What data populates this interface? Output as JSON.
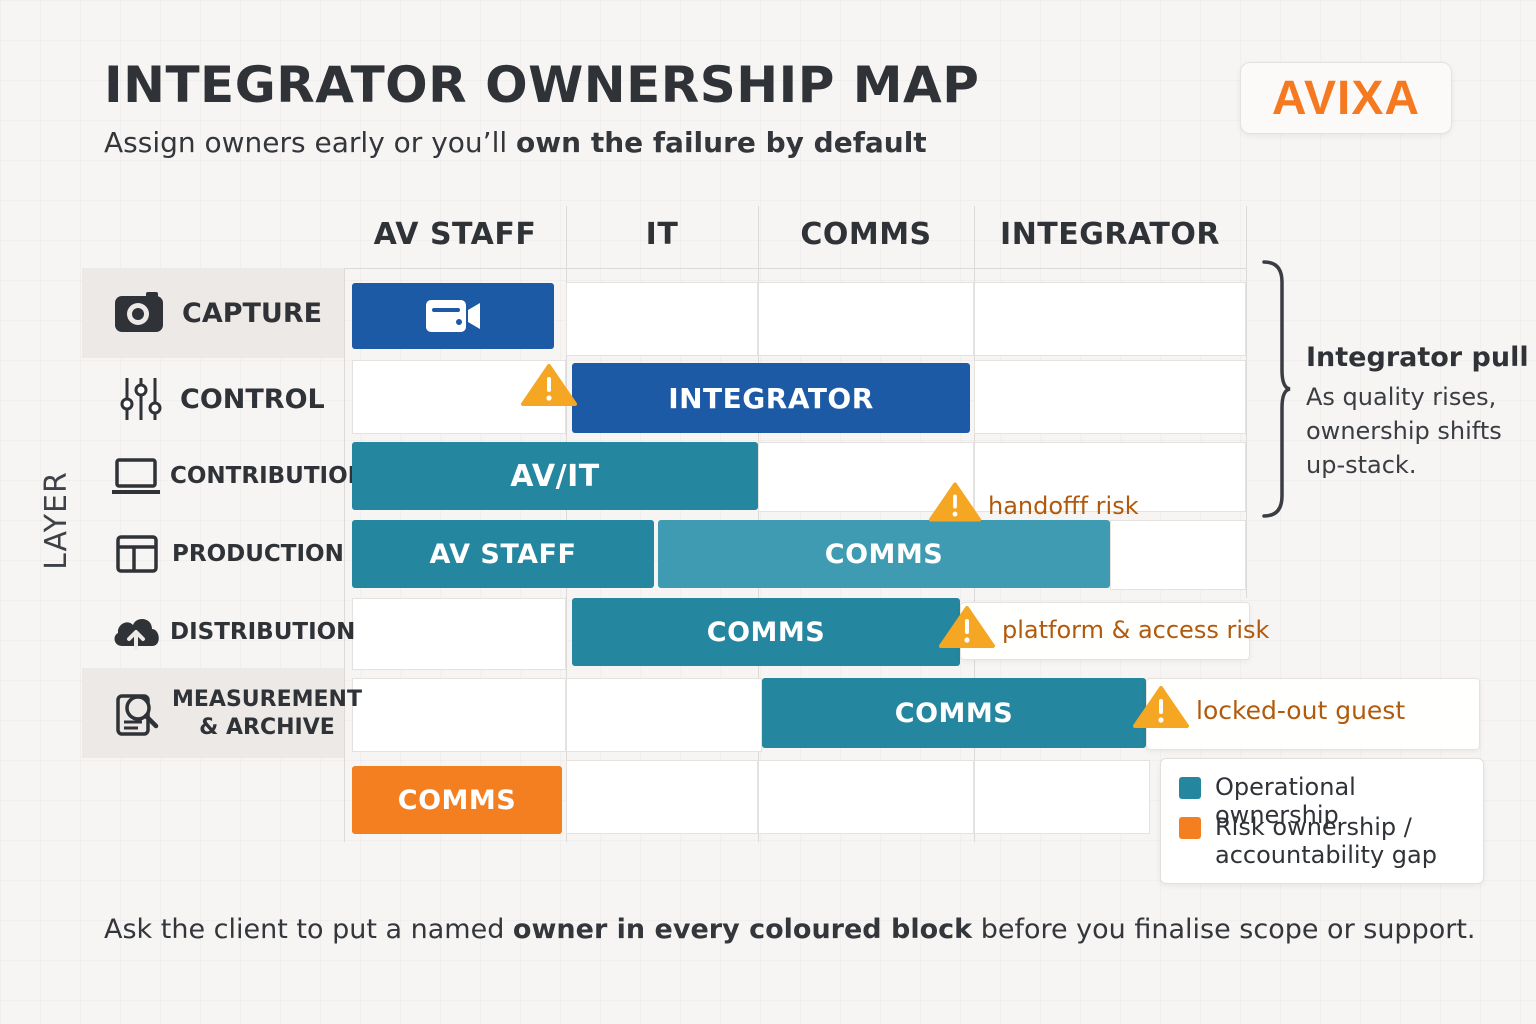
{
  "header": {
    "title": "INTEGRATOR OWNERSHIP MAP",
    "subtitle_prefix": "Assign owners early or you’ll ",
    "subtitle_bold": "own the failure by default",
    "logo_text": "AVIXA"
  },
  "columns": [
    "AV STAFF",
    "IT",
    "COMMS",
    "INTEGRATOR"
  ],
  "axis_label": "LAYER",
  "rows": [
    {
      "label": "CAPTURE",
      "icon": "camera-icon"
    },
    {
      "label": "CONTROL",
      "icon": "sliders-icon"
    },
    {
      "label": "CONTRIBUTION",
      "icon": "laptop-icon"
    },
    {
      "label": "PRODUCTION",
      "icon": "layout-icon"
    },
    {
      "label": "DISTRIBUTION",
      "icon": "cloud-upload-icon"
    },
    {
      "label_line1": "MEASUREMENT",
      "label_line2": "& ARCHIVE",
      "icon": "archive-search-icon"
    }
  ],
  "blocks": {
    "capture": {
      "icon": "video-camera-icon"
    },
    "control": "INTEGRATOR",
    "contribution": "AV/IT",
    "production_a": "AV STAFF",
    "production_b": "COMMS",
    "distribution": "COMMS",
    "measurement": "COMMS",
    "extra": "COMMS"
  },
  "risks": {
    "handoff": "handofff risk",
    "platform": "platform & access risk",
    "guest": "locked-out guest"
  },
  "callout": {
    "title": "Integrator pull",
    "text": "As quality rises, ownership shifts up-stack."
  },
  "legend": {
    "operational": "Operational ownership",
    "risk_line1": "Risk ownership /",
    "risk_line2": "accountability gap"
  },
  "footer": {
    "prefix": "Ask the client to put a named ",
    "bold": "owner in every coloured block",
    "suffix": " before you finalise scope or support."
  },
  "colors": {
    "dark_blue": "#1c5aa6",
    "teal": "#24879f",
    "light_teal": "#3f9bb2",
    "orange": "#f47f20",
    "warning": "#f5a623",
    "risk_text": "#b25a0c"
  }
}
